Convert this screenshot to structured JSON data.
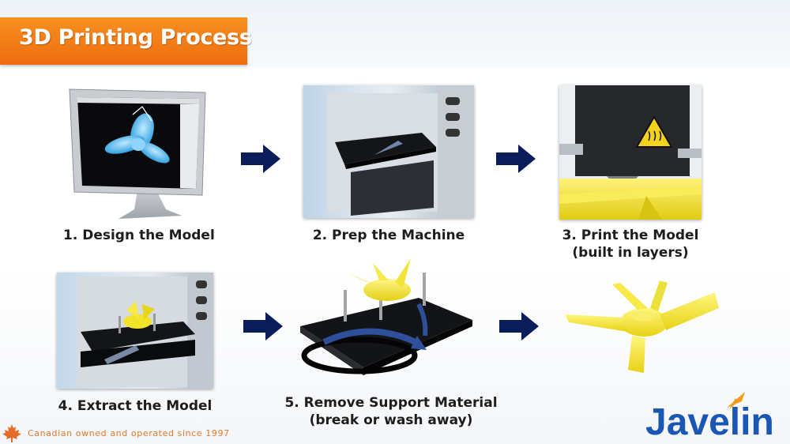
{
  "title": "3D Printing Process",
  "steps": {
    "s1": "1. Design the Model",
    "s2": "2. Prep the Machine",
    "s3_line1": "3. Print the Model",
    "s3_line2": "(built in layers)",
    "s4": "4. Extract the Model",
    "s5_line1": "5. Remove Support Material",
    "s5_line2": "(break or wash away)"
  },
  "footer": {
    "tagline": "Canadian owned and operated since 1997",
    "logo_text": "Javelin"
  },
  "colors": {
    "title_bg": "#f3801a",
    "arrow": "#0b1c5a",
    "model_yellow": "#f2e22a",
    "logo_blue": "#1a56b4",
    "logo_orange": "#f39a1e"
  },
  "icons": [
    "arrow-right-icon",
    "maple-leaf-icon",
    "heat-warning-icon"
  ]
}
